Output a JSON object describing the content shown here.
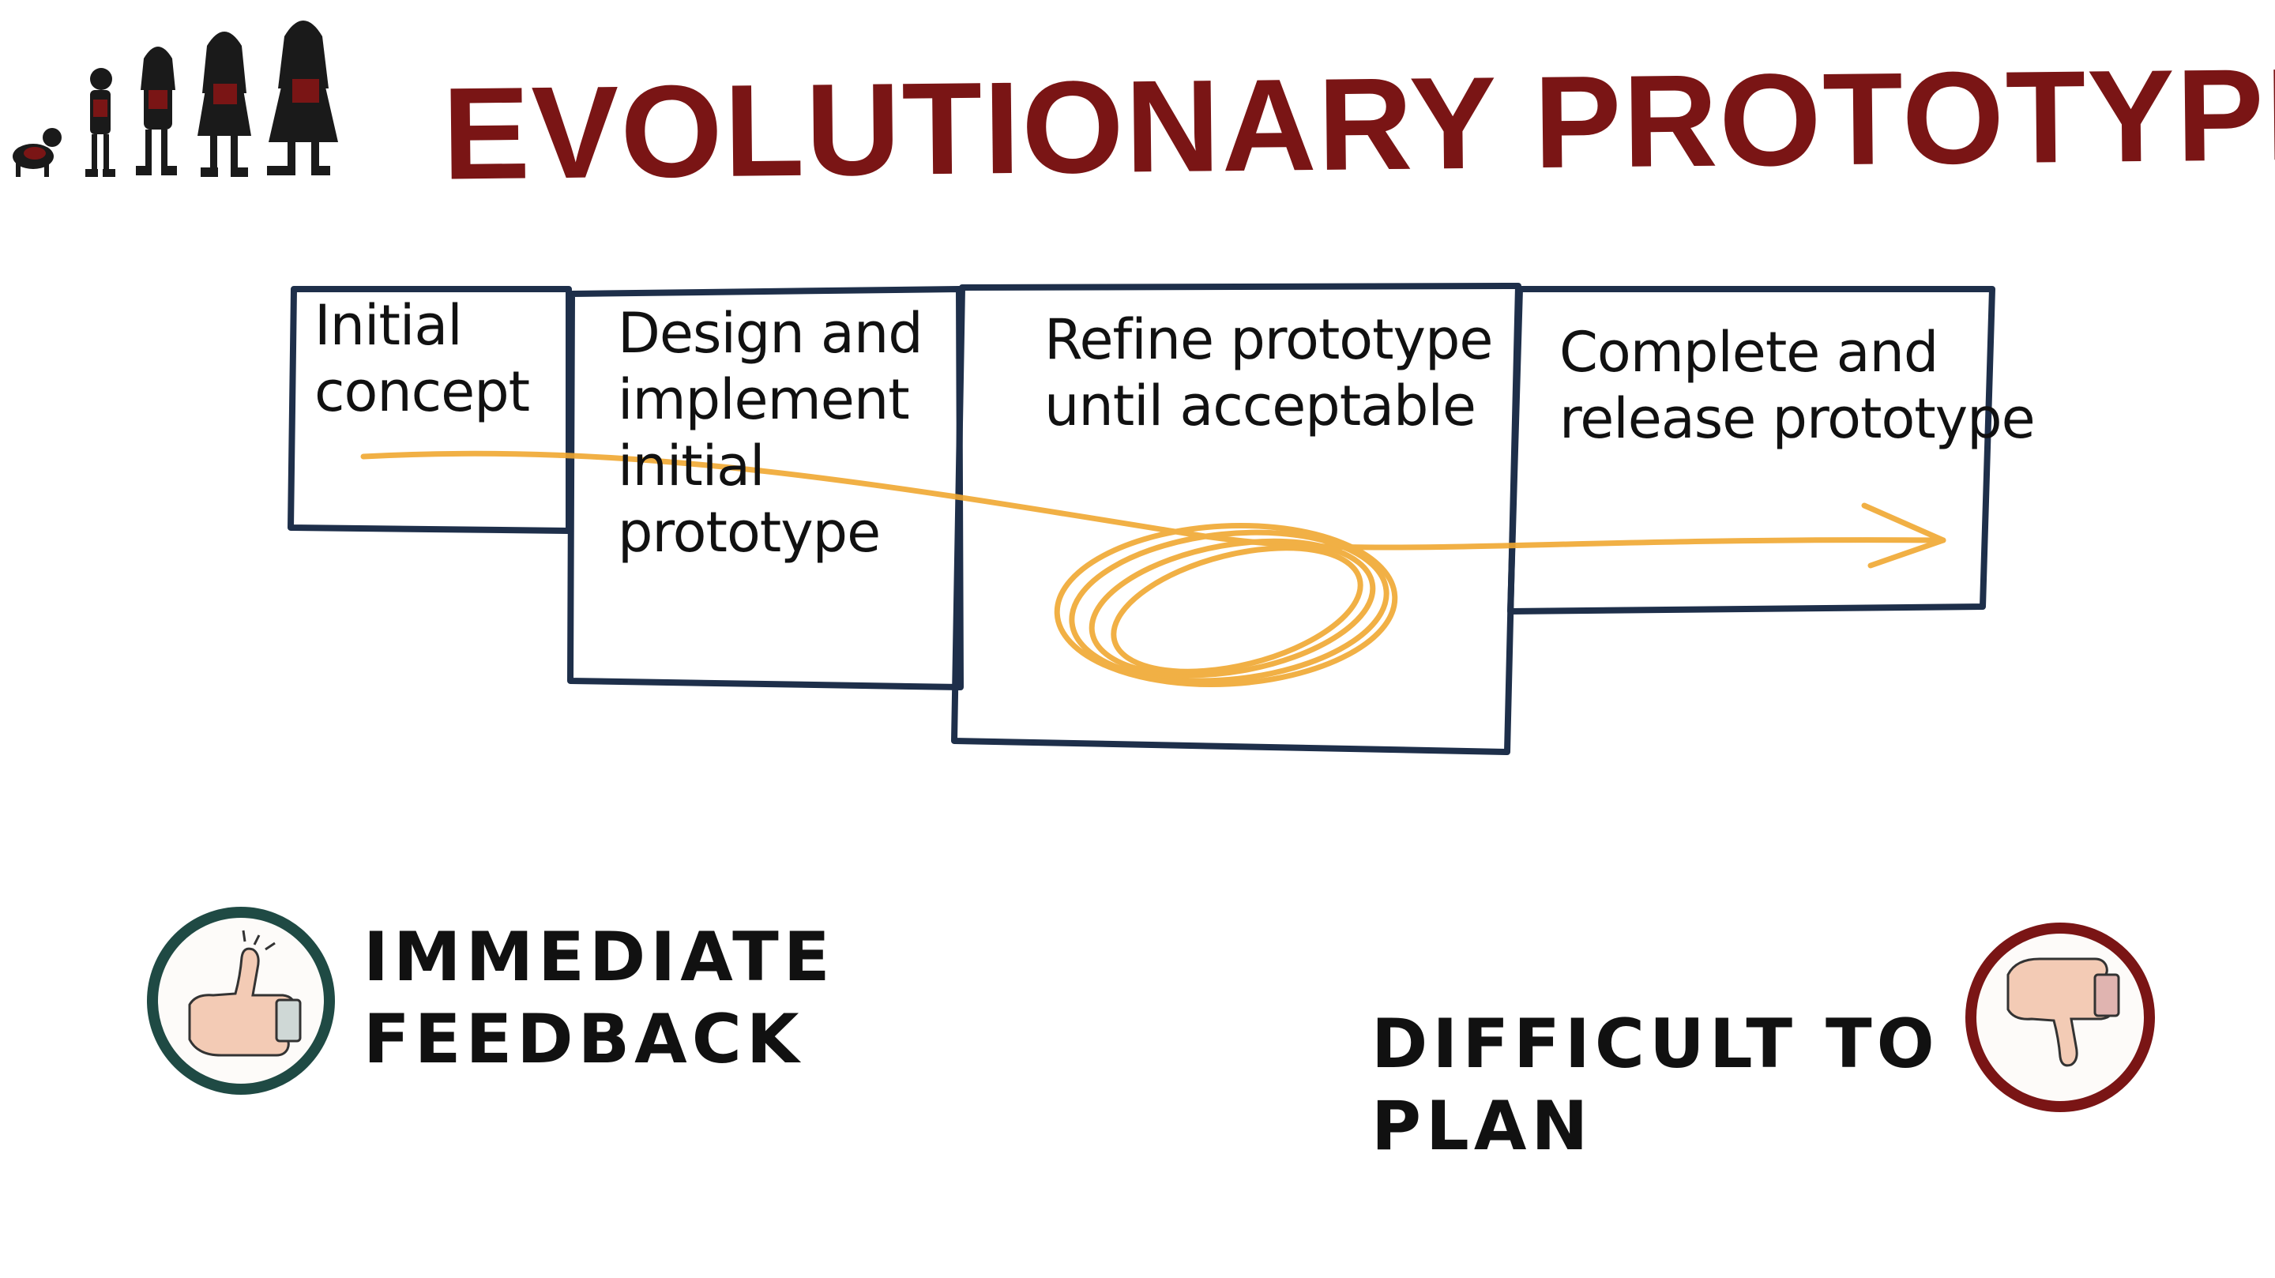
{
  "title": "EVOLUTIONARY PROTOTYPING",
  "stages": [
    {
      "label": "Initial\nconcept"
    },
    {
      "label": "Design and\nimplement\ninitial\nprototype"
    },
    {
      "label": "Refine prototype\nuntil acceptable"
    },
    {
      "label": "Complete and\nrelease prototype"
    }
  ],
  "pros": {
    "text": "IMMEDIATE\nFEEDBACK",
    "icon": "thumbs-up-icon"
  },
  "cons": {
    "text": "DIFFICULT TO\nPLAN",
    "icon": "thumbs-down-icon"
  },
  "colors": {
    "title": "#7a1515",
    "box_border": "#1e2f4a",
    "arrow": "#f0a830",
    "pros_ring": "#1f4a44",
    "cons_ring": "#7a1515"
  }
}
